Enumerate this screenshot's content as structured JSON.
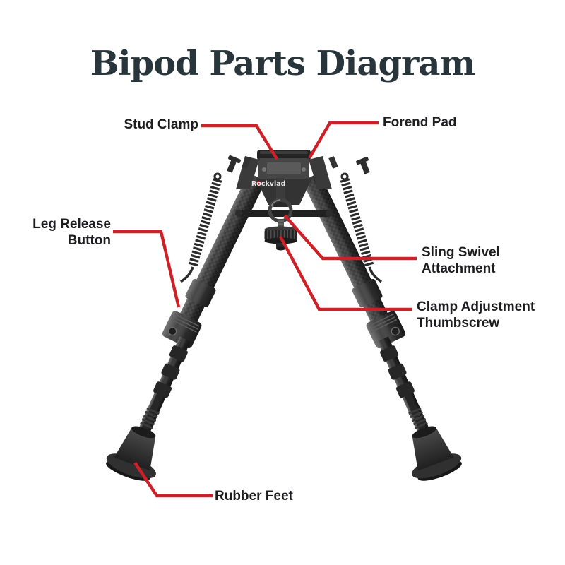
{
  "title": "Bipod Parts Diagram",
  "brand": {
    "text": "Rockvlad"
  },
  "labels": {
    "stud_clamp": {
      "text": "Stud Clamp"
    },
    "forend_pad": {
      "text": "Forend Pad"
    },
    "leg_release": {
      "text": "Leg Release\nButton"
    },
    "sling_swivel": {
      "text": "Sling Swivel\nAttachment"
    },
    "clamp_adjustment": {
      "text": "Clamp Adjustment\nThumbscrew"
    },
    "rubber_feet": {
      "text": "Rubber Feet"
    }
  },
  "colors": {
    "accent_red": "#ce2127",
    "title_text": "#28363c",
    "label_text": "#1d1d1f",
    "background": "#ffffff",
    "bipod_dark": "#2b2b2b"
  },
  "parts_list": [
    "Stud Clamp",
    "Forend Pad",
    "Leg Release Button",
    "Sling Swivel Attachment",
    "Clamp Adjustment Thumbscrew",
    "Rubber Feet"
  ]
}
